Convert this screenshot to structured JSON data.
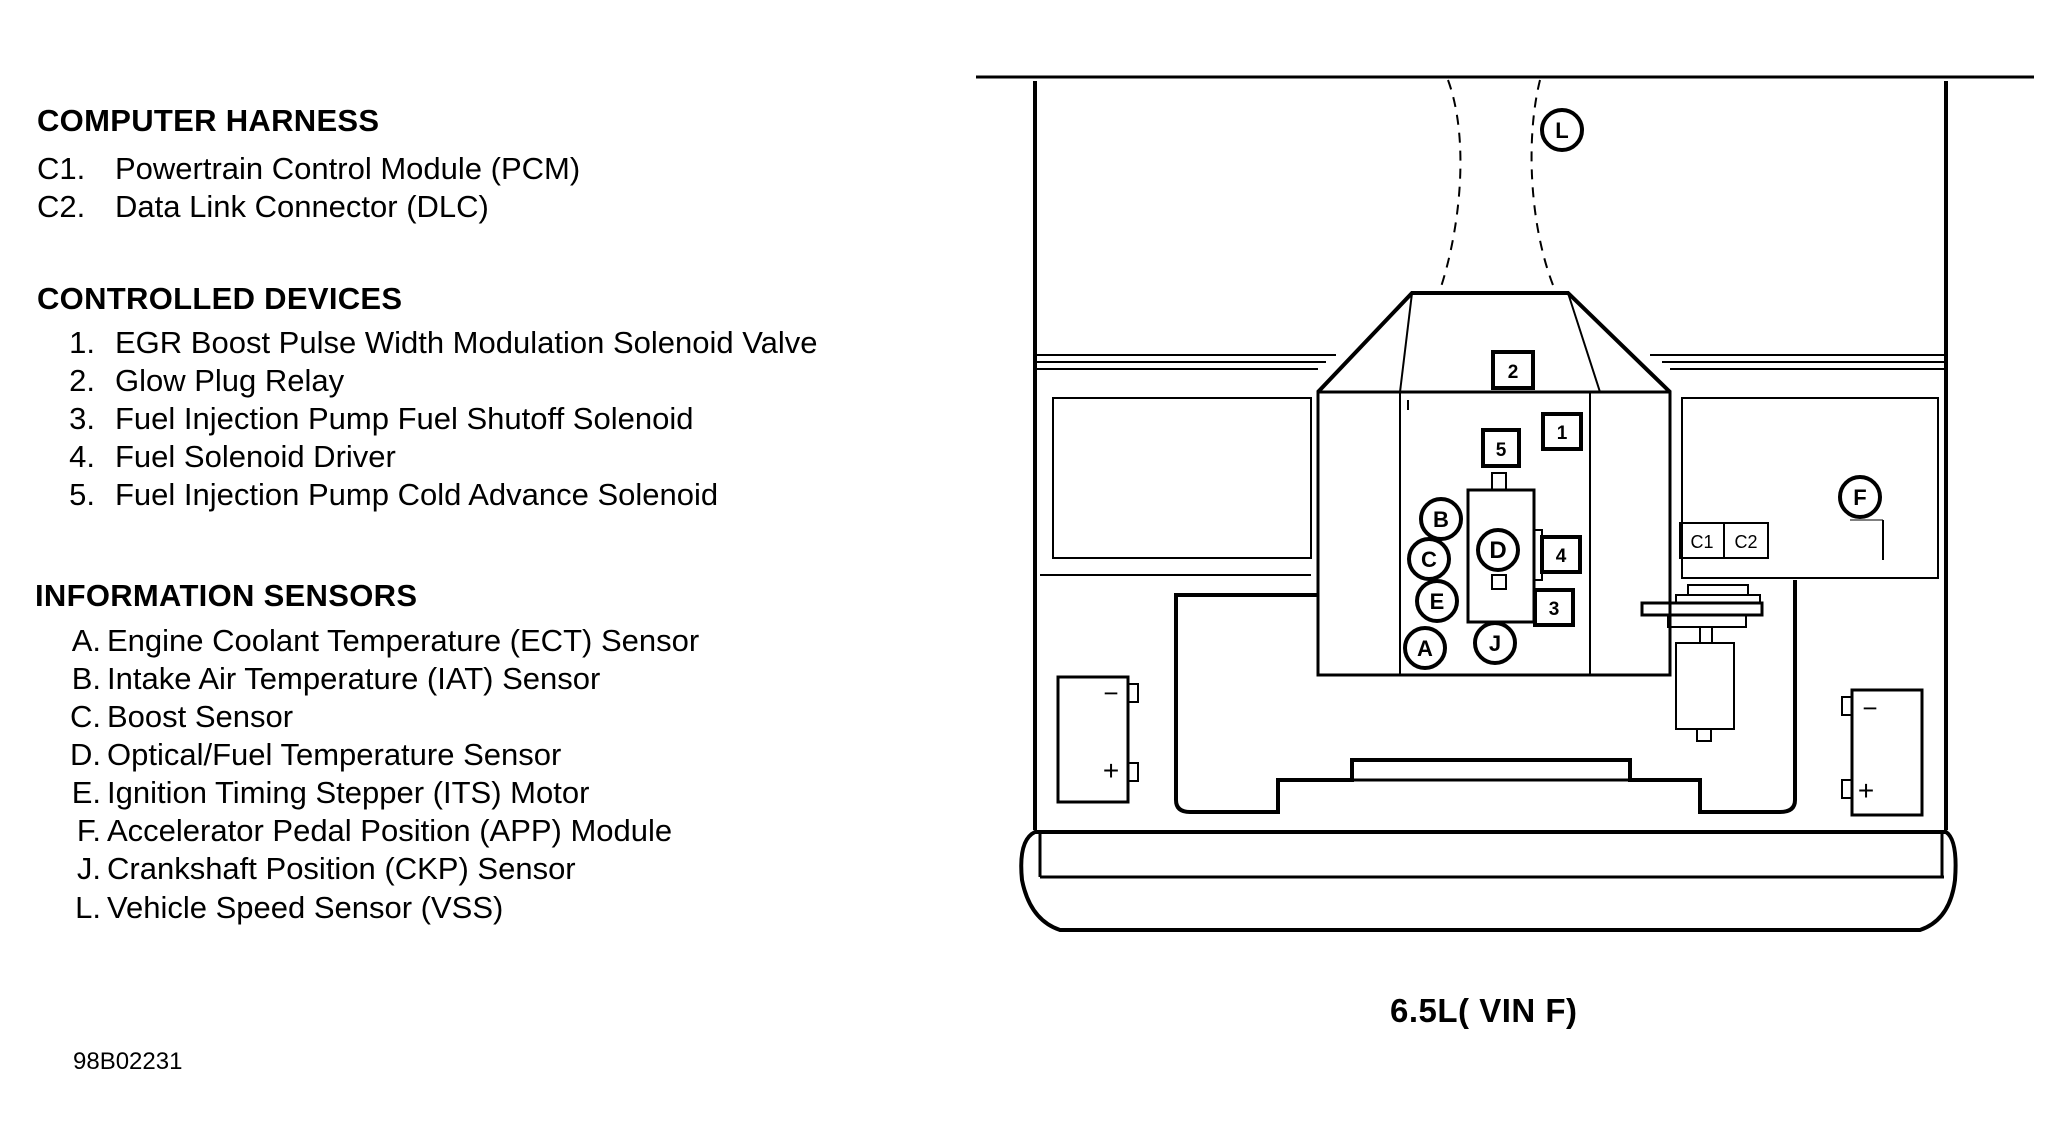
{
  "legend": {
    "computer_harness": {
      "title": "COMPUTER HARNESS",
      "items": [
        {
          "code": "C1.",
          "text": "Powertrain Control Module (PCM)"
        },
        {
          "code": "C2.",
          "text": "Data Link Connector (DLC)"
        }
      ]
    },
    "controlled_devices": {
      "title": "CONTROLLED DEVICES",
      "items": [
        {
          "code": "1.",
          "text": "EGR Boost Pulse Width Modulation Solenoid Valve"
        },
        {
          "code": "2.",
          "text": "Glow Plug Relay"
        },
        {
          "code": "3.",
          "text": "Fuel Injection Pump Fuel Shutoff Solenoid"
        },
        {
          "code": "4.",
          "text": "Fuel Solenoid Driver"
        },
        {
          "code": "5.",
          "text": "Fuel Injection Pump Cold Advance Solenoid"
        }
      ]
    },
    "information_sensors": {
      "title": "INFORMATION SENSORS",
      "items": [
        {
          "code": "A.",
          "text": "Engine Coolant Temperature (ECT) Sensor"
        },
        {
          "code": "B.",
          "text": "Intake Air Temperature (IAT) Sensor"
        },
        {
          "code": "C.",
          "text": "Boost Sensor"
        },
        {
          "code": "D.",
          "text": "Optical/Fuel Temperature Sensor"
        },
        {
          "code": "E.",
          "text": "Ignition Timing Stepper (ITS) Motor"
        },
        {
          "code": "F.",
          "text": "Accelerator Pedal Position (APP) Module"
        },
        {
          "code": "J.",
          "text": "Crankshaft Position (CKP) Sensor"
        },
        {
          "code": "L.",
          "text": "Vehicle Speed Sensor (VSS)"
        }
      ]
    }
  },
  "figure_code": "98B02231",
  "diagram": {
    "caption": "6.5L( VIN F)",
    "callouts": {
      "L": "L",
      "F": "F",
      "A": "A",
      "B": "B",
      "C": "C",
      "D": "D",
      "E": "E",
      "J": "J",
      "n1": "1",
      "n2": "2",
      "n3": "3",
      "n4": "4",
      "n5": "5",
      "C1": "C1",
      "C2": "C2",
      "batt_minus": "−",
      "batt_plus": "+"
    }
  }
}
